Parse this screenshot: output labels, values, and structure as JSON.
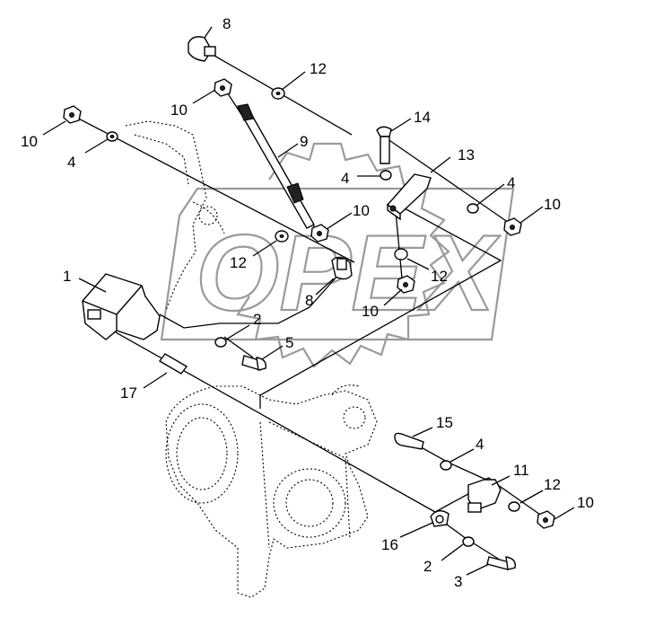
{
  "watermark": {
    "text": "OPEX"
  },
  "callouts": [
    {
      "id": "c8a",
      "text": "8"
    },
    {
      "id": "c12a",
      "text": "12"
    },
    {
      "id": "c10a",
      "text": "10"
    },
    {
      "id": "c10b",
      "text": "10"
    },
    {
      "id": "c4a",
      "text": "4"
    },
    {
      "id": "c9",
      "text": "9"
    },
    {
      "id": "c14",
      "text": "14"
    },
    {
      "id": "c13",
      "text": "13"
    },
    {
      "id": "c4b",
      "text": "4"
    },
    {
      "id": "c4c",
      "text": "4"
    },
    {
      "id": "c10c",
      "text": "10"
    },
    {
      "id": "c10d",
      "text": "10"
    },
    {
      "id": "c12b",
      "text": "12"
    },
    {
      "id": "c12c",
      "text": "12"
    },
    {
      "id": "c8b",
      "text": "8"
    },
    {
      "id": "c10e",
      "text": "10"
    },
    {
      "id": "c1",
      "text": "1"
    },
    {
      "id": "c2a",
      "text": "2"
    },
    {
      "id": "c5",
      "text": "5"
    },
    {
      "id": "c17",
      "text": "17"
    },
    {
      "id": "c15",
      "text": "15"
    },
    {
      "id": "c4d",
      "text": "4"
    },
    {
      "id": "c11",
      "text": "11"
    },
    {
      "id": "c12d",
      "text": "12"
    },
    {
      "id": "c10f",
      "text": "10"
    },
    {
      "id": "c16",
      "text": "16"
    },
    {
      "id": "c2b",
      "text": "2"
    },
    {
      "id": "c3",
      "text": "3"
    }
  ]
}
